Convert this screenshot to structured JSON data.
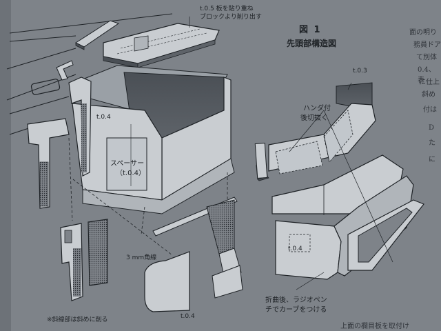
{
  "figure": {
    "number": "図 1",
    "title": "先頭部構造図"
  },
  "labels": {
    "plate_note_1": "t.0.5 板を貼り重ね",
    "plate_note_2": "ブロックより削り出す",
    "t04_upper": "t.0.4",
    "spacer_1": "スペーサー",
    "spacer_2": "（t.0.4）",
    "wire": "3 mm角線",
    "t04_lower": "t.0.4",
    "hatch_note": "※斜線部は斜めに削る",
    "t03": "t.0.3",
    "solder_1": "ハンダ付",
    "solder_2": "後切抜く",
    "t04_right": "t.0.4",
    "bend_1": "折曲後、ラジオペン",
    "bend_2": "チでカーブをつける"
  },
  "margin_text": {
    "lines": [
      "面の明り",
      "務員ドア",
      "て別体",
      "0.4、表",
      "に仕上",
      "斜め",
      "付は",
      "D",
      "た",
      "に"
    ],
    "bottom": "上面の欄目板を取付け"
  },
  "colors": {
    "paper": "#7e8389",
    "ink": "#1e2226",
    "face_light": "#c9cdd1",
    "face_shadow": "#4a4f55"
  }
}
